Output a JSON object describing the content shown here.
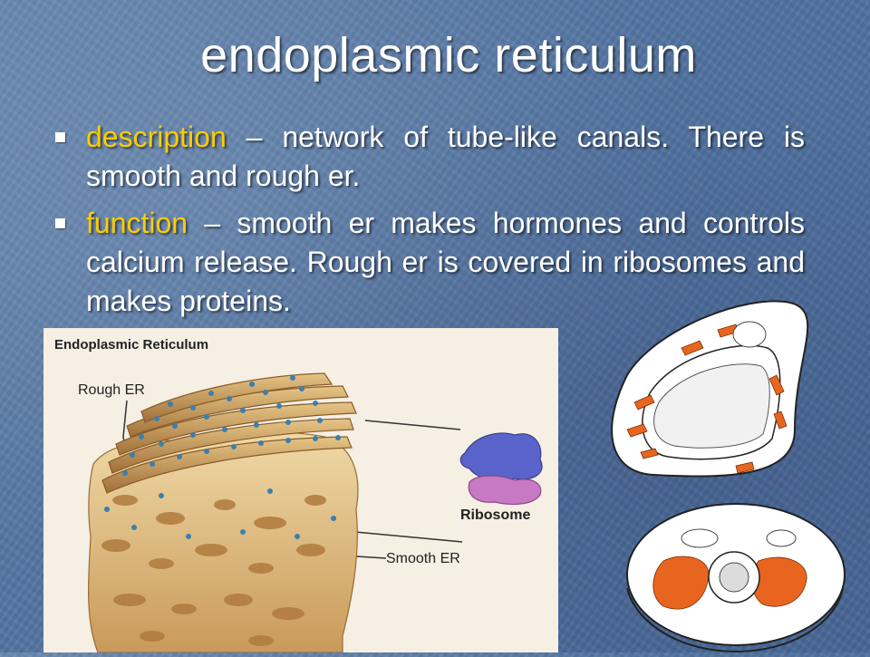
{
  "slide": {
    "title": "endoplasmic reticulum",
    "bullets": [
      {
        "keyword": "description",
        "text": " – network of tube-like canals. There is smooth and rough er."
      },
      {
        "keyword": "function",
        "text": " – smooth er makes hormones and controls calcium release. Rough er is covered in ribosomes and makes proteins."
      }
    ],
    "colors": {
      "keyword": "#ffcc00",
      "text": "#ffffff",
      "background": "#5577a2"
    }
  },
  "diagram": {
    "heading": "Endoplasmic Reticulum",
    "labels": {
      "rough_er": "Rough ER",
      "ribosome": "Ribosome",
      "smooth_er": "Smooth ER"
    }
  }
}
